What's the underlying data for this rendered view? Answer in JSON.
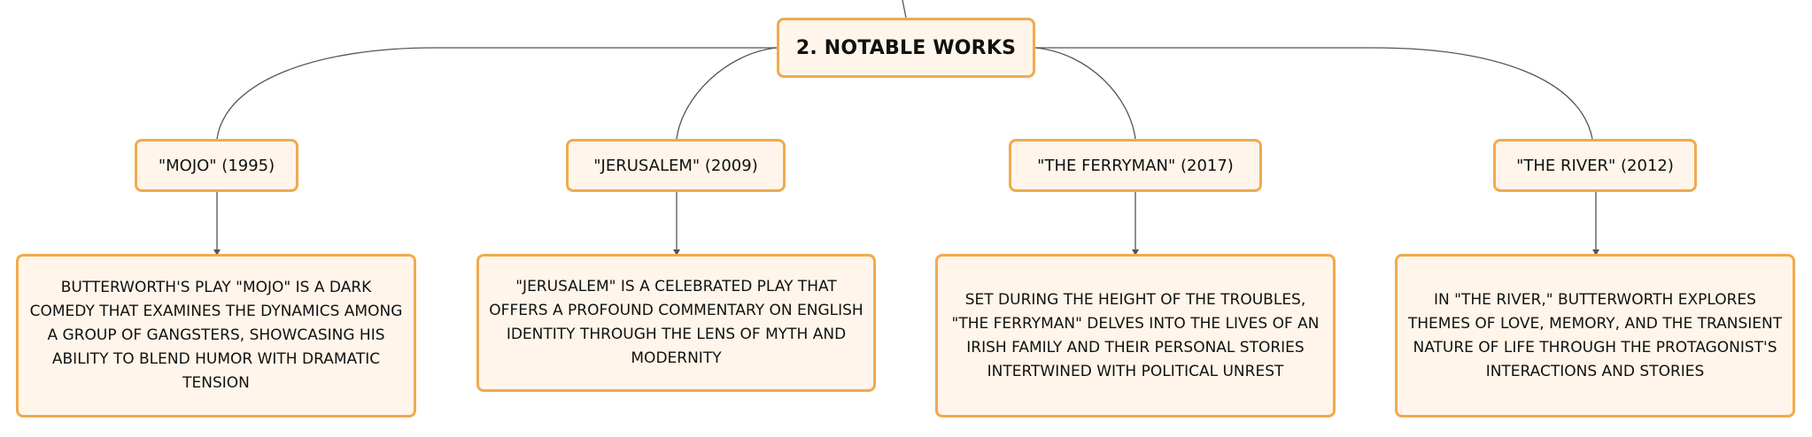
{
  "root": {
    "label": "2. NOTABLE WORKS"
  },
  "works": [
    {
      "title": "\"MOJO\" (1995)",
      "description": "BUTTERWORTH'S PLAY \"MOJO\" IS A DARK COMEDY THAT EXAMINES THE DYNAMICS AMONG A GROUP OF GANGSTERS, SHOWCASING HIS ABILITY TO BLEND HUMOR WITH DRAMATIC TENSION"
    },
    {
      "title": "\"JERUSALEM\" (2009)",
      "description": "\"JERUSALEM\" IS A CELEBRATED PLAY THAT OFFERS A PROFOUND COMMENTARY ON ENGLISH IDENTITY THROUGH THE LENS OF MYTH AND MODERNITY"
    },
    {
      "title": "\"THE FERRYMAN\" (2017)",
      "description": "SET DURING THE HEIGHT OF THE TROUBLES, \"THE FERRYMAN\" DELVES INTO THE LIVES OF AN IRISH FAMILY AND THEIR PERSONAL STORIES INTERTWINED WITH POLITICAL UNREST"
    },
    {
      "title": "\"THE RIVER\" (2012)",
      "description": "IN \"THE RIVER,\" BUTTERWORTH EXPLORES THEMES OF LOVE, MEMORY, AND THE TRANSIENT NATURE OF LIFE THROUGH THE PROTAGONIST'S INTERACTIONS AND STORIES"
    }
  ],
  "colors": {
    "node_border": "#f0aa4f",
    "node_fill": "#fff5ea",
    "connector": "#555555",
    "text": "#111111"
  }
}
